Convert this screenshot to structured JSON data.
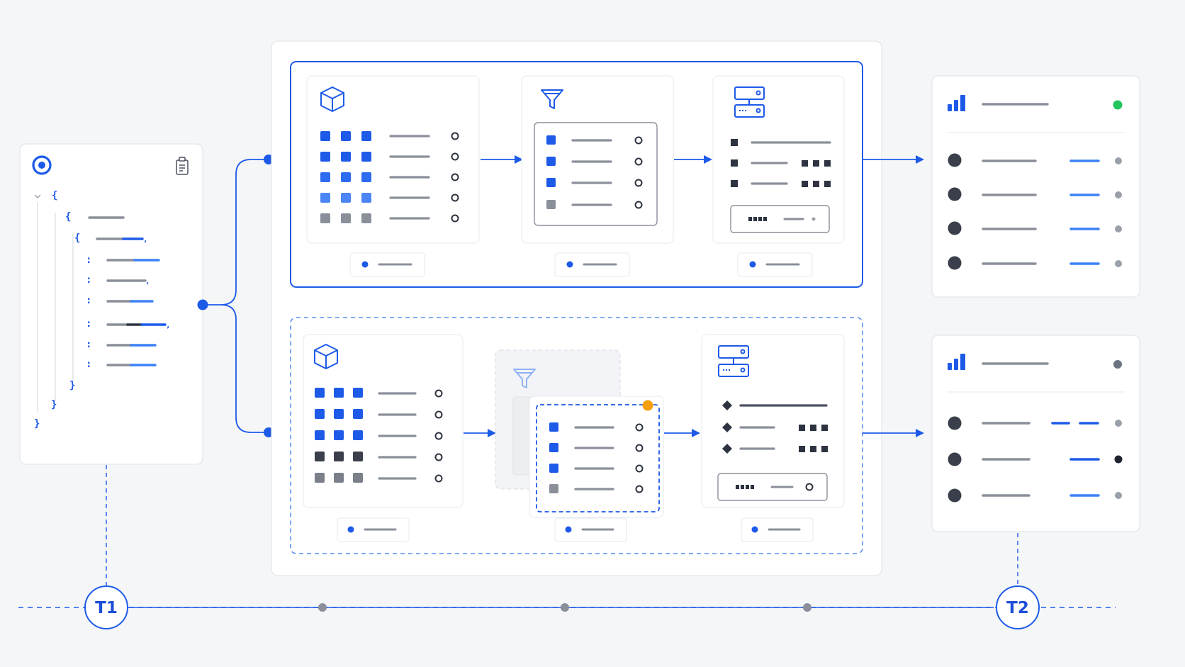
{
  "timeline": {
    "start_label": "T1",
    "end_label": "T2"
  },
  "source_card": {
    "icons": [
      "target-icon",
      "clipboard-icon"
    ],
    "json_brackets": [
      "{",
      "{",
      "{",
      ":",
      ":",
      ":",
      ":",
      ":",
      ":",
      "}",
      "}",
      "}"
    ]
  },
  "pipelines": [
    {
      "style": "solid",
      "stages": [
        "cube-icon",
        "funnel-icon",
        "server-icon"
      ]
    },
    {
      "style": "dashed",
      "stages": [
        "cube-icon",
        "funnel-icon",
        "server-icon"
      ],
      "alert_dot": "#f59e0b"
    }
  ],
  "output_cards": [
    {
      "icon": "bar-chart-icon",
      "status_color": "#22c55e",
      "rows": 4
    },
    {
      "icon": "bar-chart-icon",
      "status_color": "#6b7280",
      "rows": 3
    }
  ],
  "colors": {
    "accent": "#1d5ae8",
    "accent_light": "#3b82f6",
    "dark": "#2d3340",
    "gray": "#8a8f9a",
    "warning": "#f59e0b",
    "success": "#22c55e"
  }
}
